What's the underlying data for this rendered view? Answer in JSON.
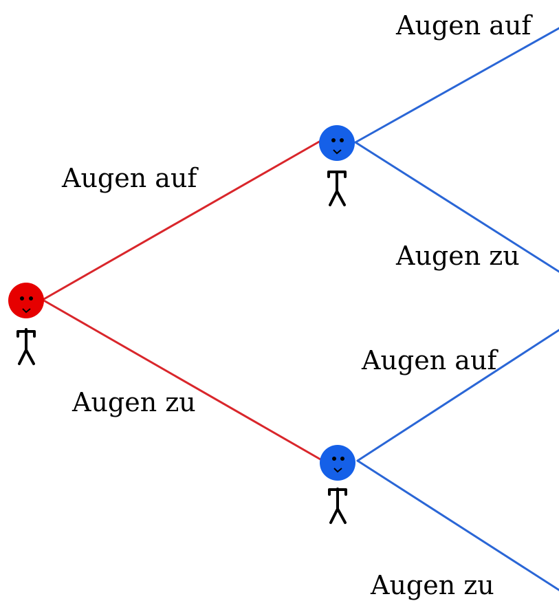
{
  "colors": {
    "player1": "#e60000",
    "player2": "#1560e8",
    "edge_player1": "#d9262b",
    "edge_player2": "#2a66d6"
  },
  "root": {
    "player": "player1",
    "branches": [
      {
        "label": "Augen auf",
        "to": "upper_node"
      },
      {
        "label": "Augen zu",
        "to": "lower_node"
      }
    ]
  },
  "upper_node": {
    "player": "player2",
    "branches": [
      {
        "label": "Augen auf"
      },
      {
        "label": "Augen zu"
      }
    ]
  },
  "lower_node": {
    "player": "player2",
    "branches": [
      {
        "label": "Augen auf"
      },
      {
        "label": "Augen zu"
      }
    ]
  }
}
